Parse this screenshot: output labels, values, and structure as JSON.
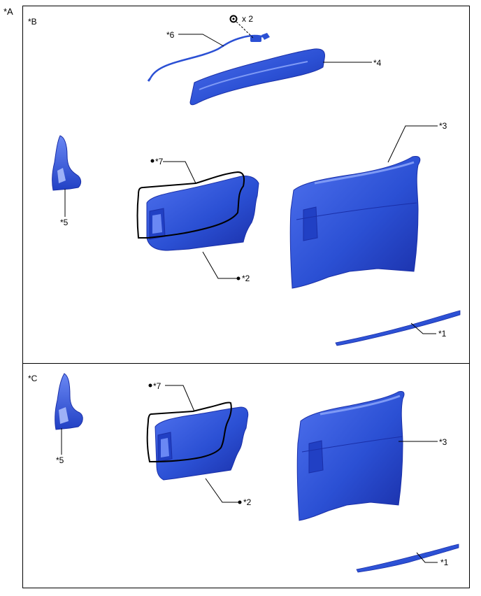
{
  "figure": {
    "label_a": "*A",
    "panel_b": {
      "tag": "*B",
      "callouts": {
        "c1": "*1",
        "c2": "*2",
        "c3": "*3",
        "c4": "*4",
        "c5": "*5",
        "c6": "*6",
        "c7": "*7",
        "qty": "x 2"
      }
    },
    "panel_c": {
      "tag": "*C",
      "callouts": {
        "c1": "*1",
        "c2": "*2",
        "c3": "*3",
        "c5": "*5",
        "c7": "*7"
      }
    }
  },
  "colors": {
    "part_blue": "#2b50d4",
    "part_dark": "#1a2fa8",
    "part_light": "#5c7cf0",
    "line": "#000000"
  }
}
